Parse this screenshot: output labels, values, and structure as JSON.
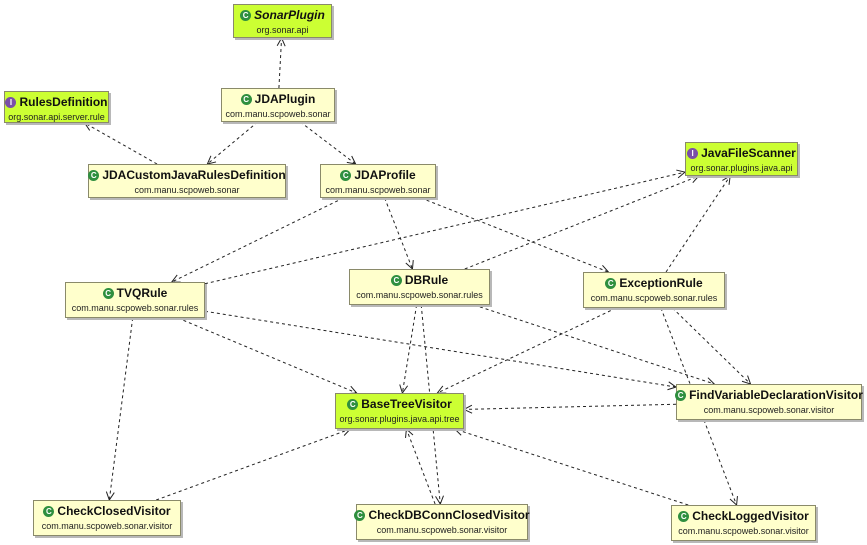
{
  "nodes": {
    "sonar_plugin": {
      "name": "SonarPlugin",
      "pkg": "org.sonar.api",
      "kind": "class",
      "icon": "C",
      "library": true
    },
    "rules_definition": {
      "name": "RulesDefinition",
      "pkg": "org.sonar.api.server.rule",
      "kind": "interface",
      "icon": "I",
      "library": true
    },
    "jda_plugin": {
      "name": "JDAPlugin",
      "pkg": "com.manu.scpoweb.sonar",
      "kind": "class",
      "icon": "C",
      "library": false
    },
    "jda_custom": {
      "name": "JDACustomJavaRulesDefinition",
      "pkg": "com.manu.scpoweb.sonar",
      "kind": "class",
      "icon": "C",
      "library": false
    },
    "jda_profile": {
      "name": "JDAProfile",
      "pkg": "com.manu.scpoweb.sonar",
      "kind": "class",
      "icon": "C",
      "library": false
    },
    "java_file_scanner": {
      "name": "JavaFileScanner",
      "pkg": "org.sonar.plugins.java.api",
      "kind": "interface",
      "icon": "I",
      "library": true
    },
    "tvq_rule": {
      "name": "TVQRule",
      "pkg": "com.manu.scpoweb.sonar.rules",
      "kind": "class",
      "icon": "C",
      "library": false
    },
    "db_rule": {
      "name": "DBRule",
      "pkg": "com.manu.scpoweb.sonar.rules",
      "kind": "class",
      "icon": "C",
      "library": false
    },
    "exception_rule": {
      "name": "ExceptionRule",
      "pkg": "com.manu.scpoweb.sonar.rules",
      "kind": "class",
      "icon": "C",
      "library": false
    },
    "base_tree_visitor": {
      "name": "BaseTreeVisitor",
      "pkg": "org.sonar.plugins.java.api.tree",
      "kind": "class",
      "icon": "C",
      "library": true
    },
    "find_var": {
      "name": "FindVariableDeclarationVisitor",
      "pkg": "com.manu.scpoweb.sonar.visitor",
      "kind": "class",
      "icon": "C",
      "library": false
    },
    "check_closed": {
      "name": "CheckClosedVisitor",
      "pkg": "com.manu.scpoweb.sonar.visitor",
      "kind": "class",
      "icon": "C",
      "library": false
    },
    "check_dbconn": {
      "name": "CheckDBConnClosedVisitor",
      "pkg": "com.manu.scpoweb.sonar.visitor",
      "kind": "class",
      "icon": "C",
      "library": false
    },
    "check_logged": {
      "name": "CheckLoggedVisitor",
      "pkg": "com.manu.scpoweb.sonar.visitor",
      "kind": "class",
      "icon": "C",
      "library": false
    }
  },
  "edges": [
    {
      "from": "jda_plugin",
      "to": "sonar_plugin"
    },
    {
      "from": "jda_plugin",
      "to": "jda_custom"
    },
    {
      "from": "jda_plugin",
      "to": "jda_profile"
    },
    {
      "from": "jda_custom",
      "to": "rules_definition"
    },
    {
      "from": "jda_profile",
      "to": "tvq_rule"
    },
    {
      "from": "jda_profile",
      "to": "db_rule"
    },
    {
      "from": "jda_profile",
      "to": "exception_rule"
    },
    {
      "from": "tvq_rule",
      "to": "java_file_scanner"
    },
    {
      "from": "db_rule",
      "to": "java_file_scanner"
    },
    {
      "from": "exception_rule",
      "to": "java_file_scanner"
    },
    {
      "from": "tvq_rule",
      "to": "base_tree_visitor"
    },
    {
      "from": "tvq_rule",
      "to": "find_var"
    },
    {
      "from": "tvq_rule",
      "to": "check_closed"
    },
    {
      "from": "db_rule",
      "to": "base_tree_visitor"
    },
    {
      "from": "db_rule",
      "to": "find_var"
    },
    {
      "from": "db_rule",
      "to": "check_dbconn"
    },
    {
      "from": "exception_rule",
      "to": "base_tree_visitor"
    },
    {
      "from": "exception_rule",
      "to": "find_var"
    },
    {
      "from": "exception_rule",
      "to": "check_logged"
    },
    {
      "from": "find_var",
      "to": "base_tree_visitor"
    },
    {
      "from": "check_closed",
      "to": "base_tree_visitor"
    },
    {
      "from": "check_dbconn",
      "to": "base_tree_visitor"
    },
    {
      "from": "check_logged",
      "to": "base_tree_visitor"
    }
  ]
}
